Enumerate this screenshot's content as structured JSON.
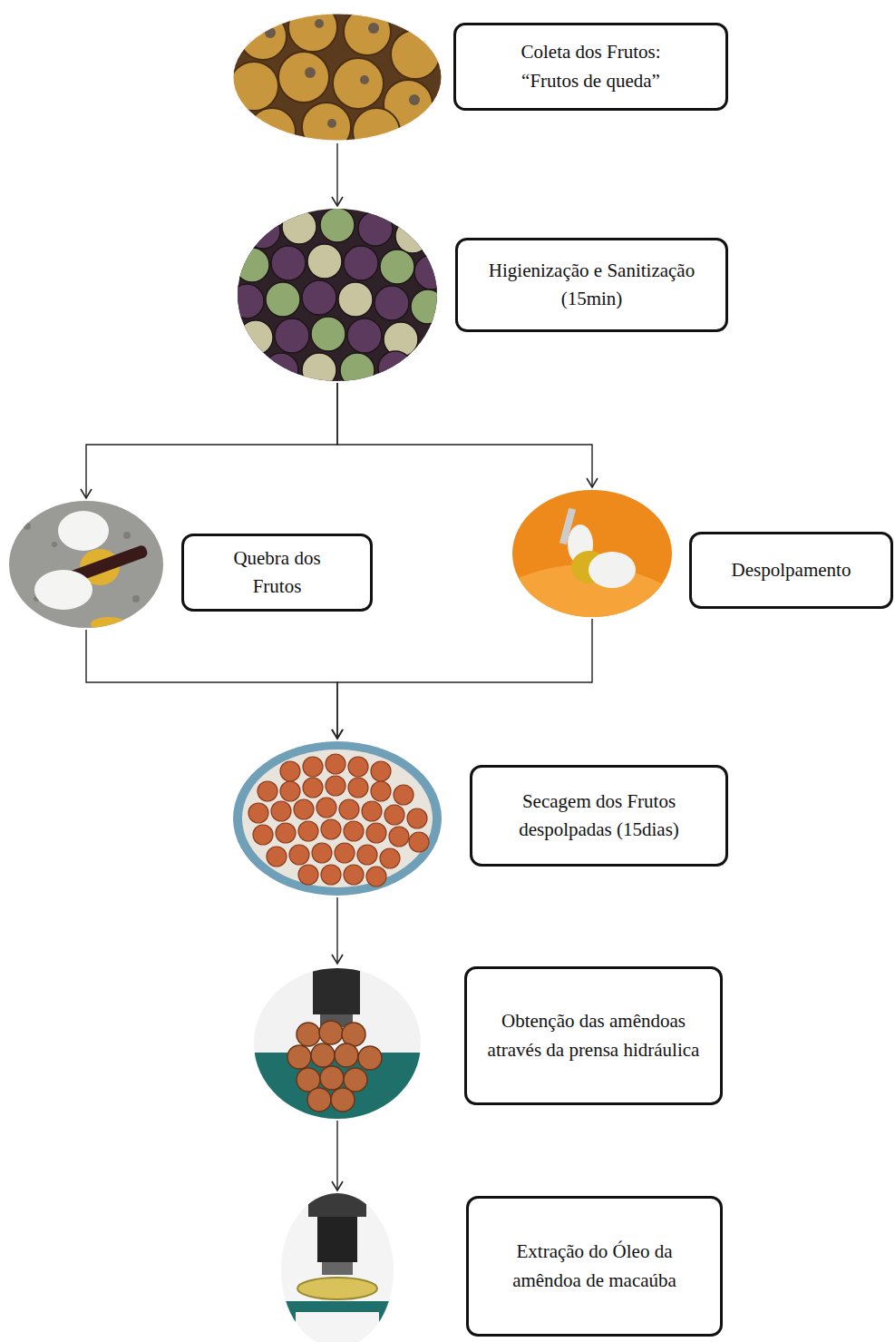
{
  "diagram": {
    "nodes": [
      {
        "text": [
          "Coleta dos Frutos: “Frutos de queda”"
        ]
      },
      {
        "text": [
          "Higienização e Sanitização (15min)"
        ]
      },
      {
        "text": [
          "Quebra dos Frutos"
        ]
      },
      {
        "text": [
          "Despolpamento"
        ]
      },
      {
        "text": [
          "Secagem dos Frutos despolpadas (15dias)"
        ]
      },
      {
        "text": [
          "Obtenção das amêndoas através da prensa hidráulica"
        ]
      },
      {
        "text": [
          "Extração do Óleo da amêndoa de macaúba"
        ]
      }
    ],
    "edges": [
      {
        "from": 0,
        "to": 1,
        "arrow": "to"
      },
      {
        "from": 1,
        "to": 2,
        "arrow": "to"
      },
      {
        "from": 1,
        "to": 3,
        "arrow": "to"
      },
      {
        "from": 2,
        "to": 4,
        "arrow": "to"
      },
      {
        "from": 3,
        "to": 4,
        "arrow": "to"
      },
      {
        "from": 4,
        "to": 5,
        "arrow": "to"
      },
      {
        "from": 5,
        "to": 6,
        "arrow": "to"
      }
    ]
  }
}
